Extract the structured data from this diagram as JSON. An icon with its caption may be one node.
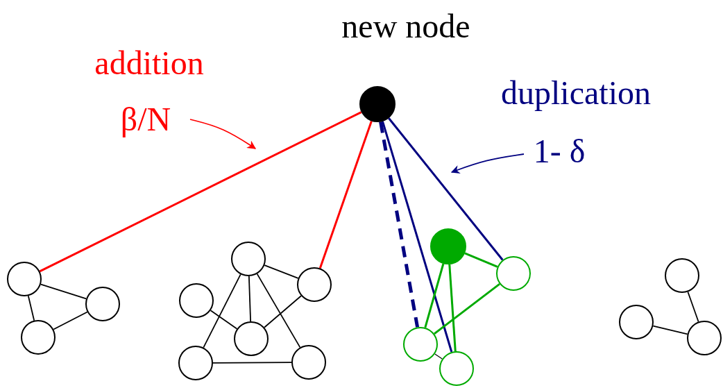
{
  "diagram": {
    "nodes": [
      {
        "text": [
          "new node"
        ]
      },
      {
        "text": [
          "addition",
          "β/N"
        ]
      },
      {
        "text": [
          "duplication",
          "1- δ"
        ]
      },
      {
        "text": [],
        "shape": "circle"
      },
      {
        "text": [],
        "shape": "circle"
      },
      {
        "text": [],
        "shape": "circle"
      },
      {
        "text": [],
        "shape": "circle"
      },
      {
        "text": [],
        "shape": "circle"
      },
      {
        "text": [],
        "shape": "circle"
      },
      {
        "text": [],
        "shape": "circle"
      },
      {
        "text": [],
        "shape": "circle"
      },
      {
        "text": [],
        "shape": "circle"
      },
      {
        "text": [],
        "shape": "circle"
      },
      {
        "text": [],
        "shape": "circle"
      },
      {
        "text": [],
        "shape": "circle"
      },
      {
        "text": [],
        "shape": "circle"
      },
      {
        "text": [],
        "shape": "circle"
      },
      {
        "text": [],
        "shape": "circle"
      },
      {
        "text": [],
        "shape": "circle"
      }
    ],
    "edges": [
      {
        "from": 0,
        "to": 3,
        "arrow": "none",
        "color": "#ff0000"
      },
      {
        "from": 0,
        "to": 7,
        "arrow": "none",
        "color": "#ff0000"
      },
      {
        "from": 0,
        "to": 14,
        "arrow": "none",
        "style": "dashed",
        "color": "#000080"
      },
      {
        "from": 0,
        "to": 15,
        "arrow": "none",
        "color": "#000080"
      },
      {
        "from": 0,
        "to": 13,
        "arrow": "none",
        "color": "#000080"
      },
      {
        "from": 1,
        "to": null,
        "arrow": "to",
        "color": "#ff0000"
      },
      {
        "from": 2,
        "to": null,
        "arrow": "to",
        "color": "#000080"
      },
      {
        "from": 3,
        "to": 4,
        "arrow": "none"
      },
      {
        "from": 3,
        "to": 5,
        "arrow": "none"
      },
      {
        "from": 4,
        "to": 5,
        "arrow": "none"
      },
      {
        "from": 6,
        "to": 7,
        "arrow": "none"
      },
      {
        "from": 6,
        "to": 9,
        "arrow": "none"
      },
      {
        "from": 6,
        "to": 10,
        "arrow": "none"
      },
      {
        "from": 6,
        "to": 11,
        "arrow": "none"
      },
      {
        "from": 8,
        "to": 9,
        "arrow": "none"
      },
      {
        "from": 9,
        "to": 7,
        "arrow": "none"
      },
      {
        "from": 10,
        "to": 11,
        "arrow": "none"
      },
      {
        "from": 12,
        "to": 13,
        "arrow": "none",
        "color": "#00aa00"
      },
      {
        "from": 12,
        "to": 14,
        "arrow": "none",
        "color": "#00aa00"
      },
      {
        "from": 12,
        "to": 15,
        "arrow": "none",
        "color": "#00aa00"
      },
      {
        "from": 13,
        "to": 14,
        "arrow": "none",
        "color": "#00aa00"
      },
      {
        "from": 14,
        "to": 15,
        "arrow": "none"
      },
      {
        "from": 16,
        "to": 18,
        "arrow": "none"
      },
      {
        "from": 17,
        "to": 18,
        "arrow": "none"
      }
    ]
  }
}
